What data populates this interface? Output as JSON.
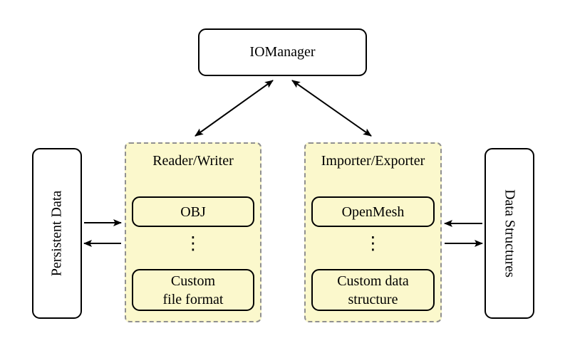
{
  "nodes": {
    "iomanager": {
      "label": "IOManager"
    },
    "persistent_data": {
      "label": "Persistent Data"
    },
    "data_structures": {
      "label": "Data Structures"
    },
    "reader_writer": {
      "title": "Reader/Writer",
      "top_item": "OBJ",
      "ellipsis": "⋮",
      "bottom_item_line1": "Custom",
      "bottom_item_line2": "file format"
    },
    "importer_exporter": {
      "title": "Importer/Exporter",
      "top_item": "OpenMesh",
      "ellipsis": "⋮",
      "bottom_item_line1": "Custom data",
      "bottom_item_line2": "structure"
    }
  },
  "colors": {
    "background": "#FFFFFF",
    "group_fill": "#FBF8CC",
    "group_dashed_border": "#909090",
    "node_border": "#000000",
    "arrow": "#000000"
  }
}
